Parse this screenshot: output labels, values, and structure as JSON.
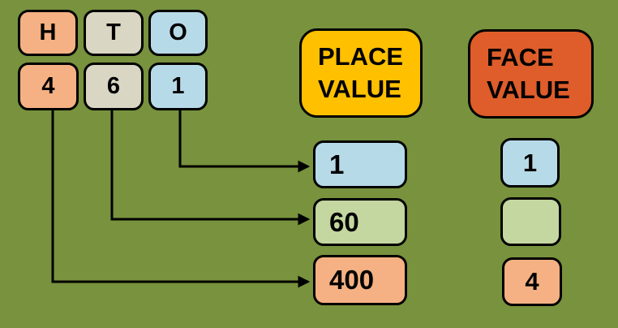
{
  "diagram": {
    "number_shown": "461",
    "grid": {
      "columns": [
        {
          "id": "hundreds",
          "label": "H",
          "digit": "4"
        },
        {
          "id": "tens",
          "label": "T",
          "digit": "6"
        },
        {
          "id": "ones",
          "label": "O",
          "digit": "1"
        }
      ]
    },
    "headers": {
      "place_value": {
        "lines": [
          "PLACE",
          "VALUE"
        ]
      },
      "face_value": {
        "lines": [
          "FACE",
          "VALUE"
        ]
      }
    },
    "place_values": {
      "ones": "1",
      "tens": "60",
      "hundreds": "400"
    },
    "face_values": {
      "ones": "1",
      "tens": "",
      "hundreds": "4"
    },
    "colors": {
      "background": "#78923D",
      "hundreds_box": "#F5B183",
      "tens_box": "#D9D6C3",
      "ones_box": "#B7DAE8",
      "tens_value_box": "#C4D7A0",
      "place_value_header": "#FFC000",
      "face_value_header": "#DE5D2A",
      "outline": "#000000",
      "arrow": "#000000"
    }
  }
}
